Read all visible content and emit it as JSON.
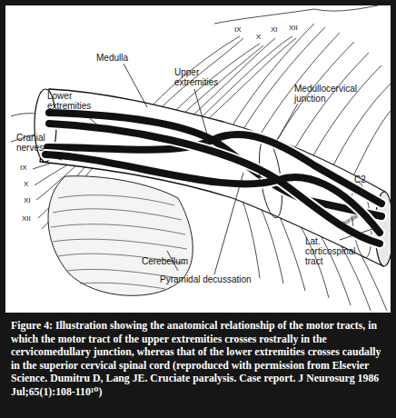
{
  "diagram": {
    "caption": "Figure 4: Illustration showing the anatomical relationship of the motor tracts, in which the motor tract of the upper extremities crosses rostrally in the cervicomedullary junction, whereas that of the lower extremities crosses caudally in the superior cervical spinal cord (reproduced with permission from Elsevier Science. Dumitru D, Lang JE. Cruciate paralysis. Case report. J Neurosurg 1986 Jul;65(1):108-110¹⁰)",
    "labels": [
      "IX",
      "X",
      "XI",
      "XII",
      "Medulla",
      "Upper extremities",
      "Lower extremities",
      "Medullocervical junction",
      "Cranial nerves",
      "IX",
      "X",
      "XI",
      "XII",
      "C1",
      "C2",
      "Cerebellum",
      "Pyramidal decussation",
      "Dorsal",
      "Lat. corticospinal tract"
    ]
  }
}
